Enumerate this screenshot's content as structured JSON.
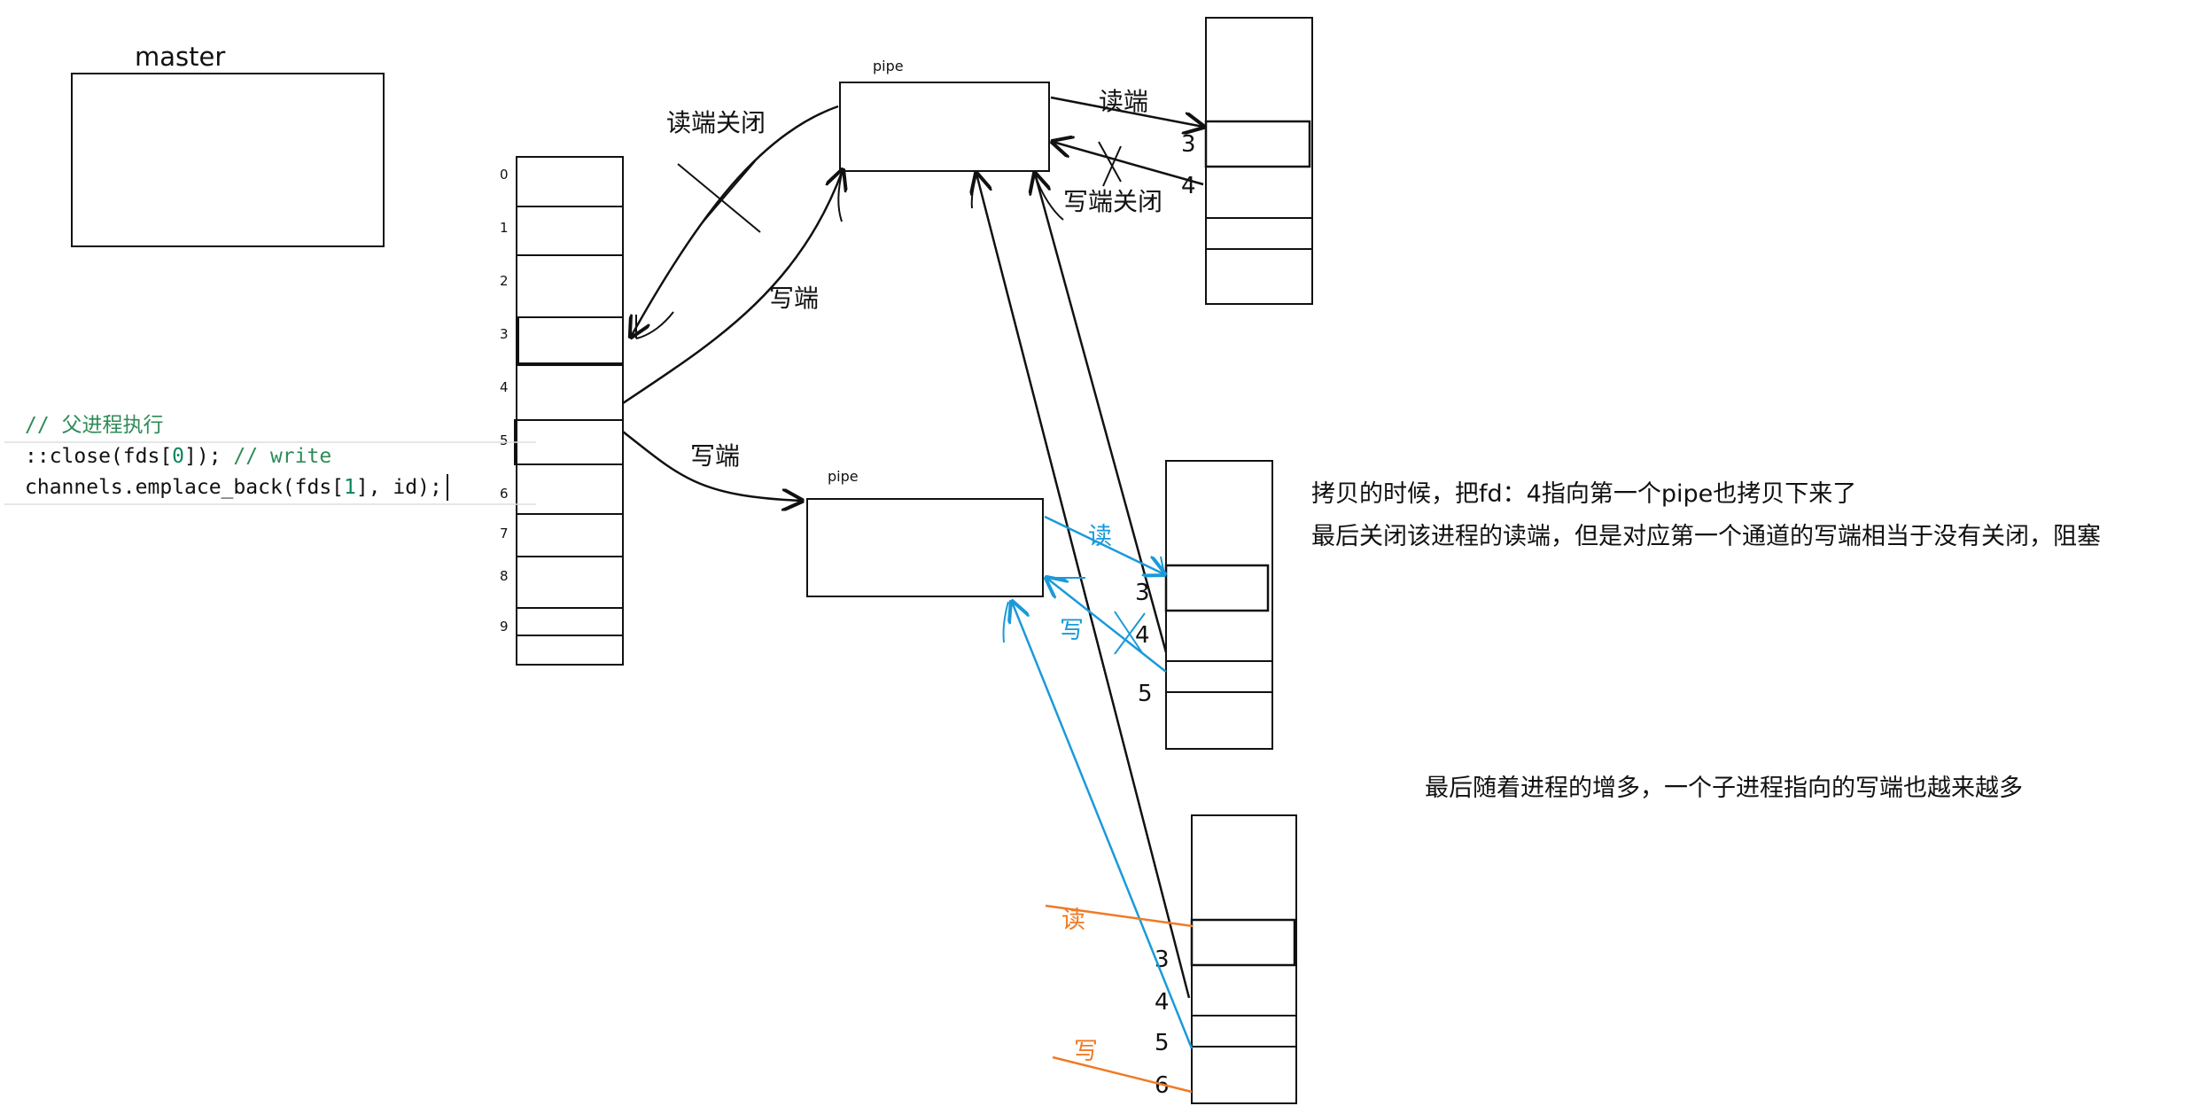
{
  "master": {
    "title": "master"
  },
  "fd_table": {
    "indices": [
      "0",
      "1",
      "2",
      "3",
      "4",
      "5",
      "6",
      "7",
      "8",
      "9"
    ]
  },
  "code": {
    "comment": "// 父进程执行",
    "close_prefix": "::close(fds[",
    "close_index": "0",
    "close_suffix": "]); ",
    "close_comment": "// write",
    "emplace_prefix": "channels.emplace_back(fds[",
    "emplace_index": "1",
    "emplace_suffix": "], id);"
  },
  "pipes": {
    "pipe1_label": "pipe",
    "pipe2_label": "pipe"
  },
  "labels": {
    "read_closed": "读端关闭",
    "write_end_1": "写端",
    "write_end_2": "写端",
    "read_end_top": "读端",
    "write_closed": "写端关闭",
    "c1_fd3": "3",
    "c1_fd4": "4",
    "c2_fd3": "3",
    "c2_fd4": "4",
    "c2_fd5": "5",
    "c2_read": "读",
    "c2_write": "写",
    "c3_fd3": "3",
    "c3_fd4": "4",
    "c3_fd5": "5",
    "c3_fd6": "6",
    "c3_read": "读",
    "c3_write": "写"
  },
  "notes": {
    "note1": "拷贝的时候，把fd：4指向第一个pipe也拷贝下来了",
    "note2": "最后关闭该进程的读端，但是对应第一个通道的写端相当于没有关闭，阻塞",
    "note3": "最后随着进程的增多，一个子进程指向的写端也越来越多"
  },
  "colors": {
    "ink": "#111111",
    "blue": "#1a9ad9",
    "orange": "#f07a24",
    "comment_green": "#2e8b57",
    "code_blue": "#0000cc",
    "code_num": "#098658"
  }
}
